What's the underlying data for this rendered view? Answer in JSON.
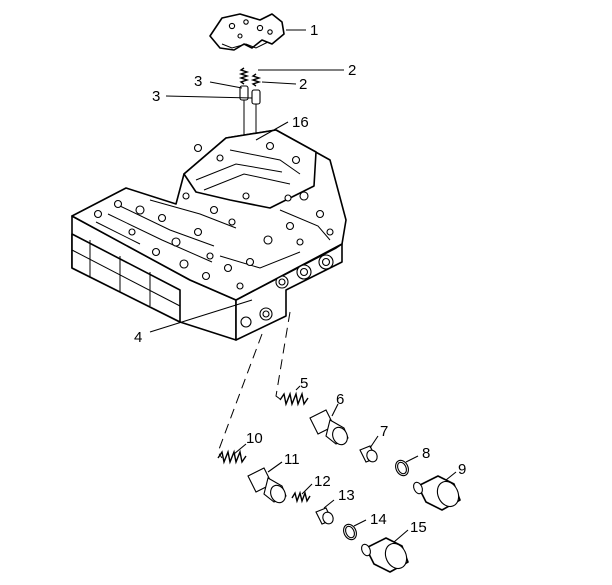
{
  "callouts": [
    "1",
    "2",
    "2",
    "3",
    "3",
    "16",
    "4",
    "5",
    "6",
    "7",
    "8",
    "9",
    "10",
    "11",
    "12",
    "13",
    "14",
    "15"
  ]
}
